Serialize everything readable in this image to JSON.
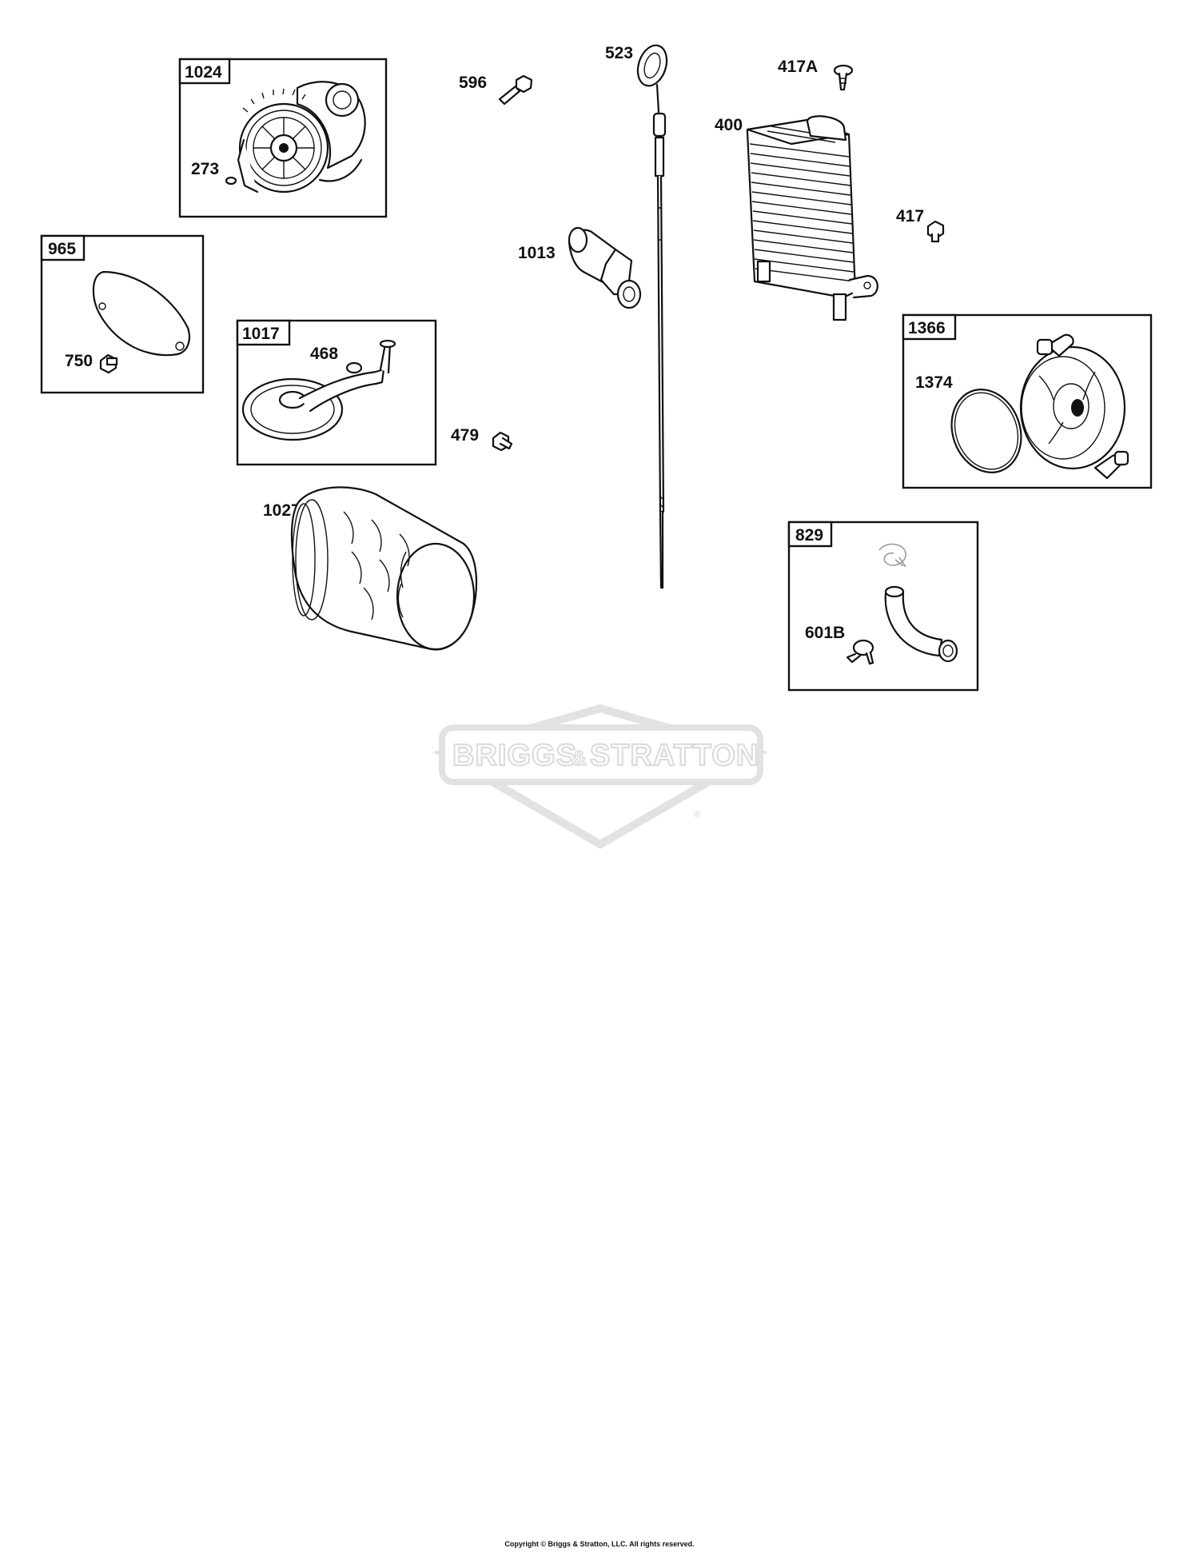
{
  "watermark": {
    "brand": "BRIGGS&STRATTON",
    "brand_left": "BRIGGS",
    "brand_amp": "&",
    "brand_right": "STRATTON",
    "registered": "®"
  },
  "boxes": {
    "b1024": "1024",
    "b965": "965",
    "b1017": "1017",
    "b1366": "1366",
    "b829": "829"
  },
  "labels": {
    "p273": "273",
    "p750": "750",
    "p468": "468",
    "p479": "479",
    "p1027": "1027",
    "p596": "596",
    "p1013": "1013",
    "p523": "523",
    "p417A": "417A",
    "p400": "400",
    "p417": "417",
    "p1374": "1374",
    "p601B": "601B"
  },
  "footer": {
    "copyright": "Copyright © Briggs & Stratton, LLC. All rights reserved."
  }
}
